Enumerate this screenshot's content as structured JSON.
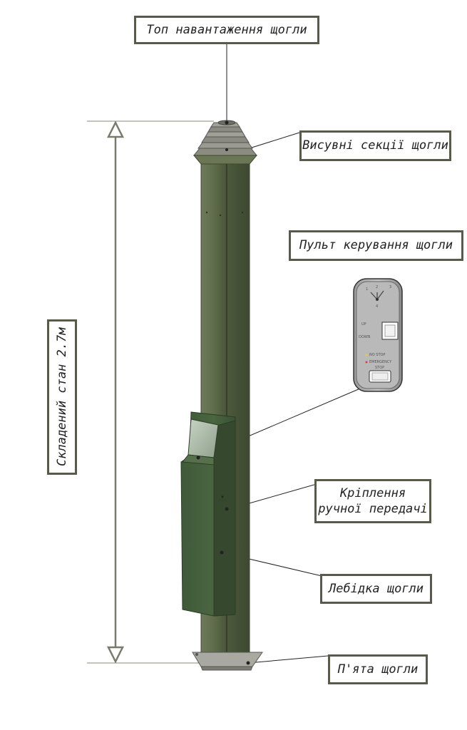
{
  "labels": {
    "top_load": "Топ навантаження щогли",
    "sections": "Висувні секції щогли",
    "control_panel": "Пульт керування щогли",
    "mount_line1": "Кріплення",
    "mount_line2": "ручної передачі",
    "winch": "Лебідка щогли",
    "heel": "П'ята щогли",
    "folded": "Складений стан 2.7м"
  },
  "panel": {
    "marks": [
      "1",
      "2",
      "3",
      "4"
    ],
    "btn_up": "UP",
    "btn_down": "DOWN",
    "ind_1": "NO STOP",
    "ind_2": "EMERGENCY",
    "ind_3": "STOP"
  },
  "colors": {
    "mast": "#5e6b4a",
    "mast_dark": "#4a5538",
    "housing": "#48603e",
    "border": "#5a5a4a",
    "dim": "#7a7a6a"
  }
}
